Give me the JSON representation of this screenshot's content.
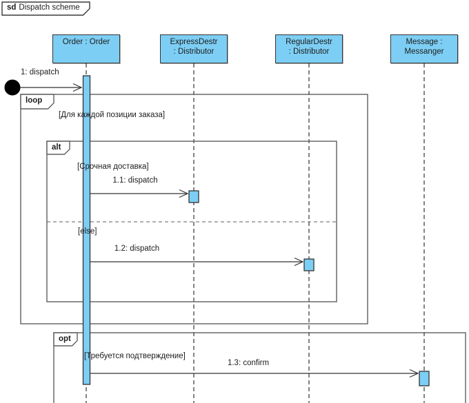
{
  "frame": {
    "keyword": "sd",
    "title": "Dispatch scheme"
  },
  "lifelines": [
    {
      "id": "order",
      "lines": [
        "Order : Order"
      ]
    },
    {
      "id": "express",
      "lines": [
        "ExpressDestr",
        ": Distributor"
      ]
    },
    {
      "id": "regular",
      "lines": [
        "RegularDestr",
        ": Distributor"
      ]
    },
    {
      "id": "messanger",
      "lines": [
        "Message :",
        "Messanger"
      ]
    }
  ],
  "fragments": {
    "loop": {
      "keyword": "loop",
      "guard": "[Для каждой позиции заказа]"
    },
    "alt": {
      "keyword": "alt",
      "guard_urgent": "[Срочная доставка]",
      "guard_else": "[else]"
    },
    "opt": {
      "keyword": "opt",
      "guard": "[Требуется подтверждение]"
    }
  },
  "messages": [
    {
      "label": "1: dispatch"
    },
    {
      "label": "1.1: dispatch"
    },
    {
      "label": "1.2: dispatch"
    },
    {
      "label": "1.3: confirm"
    }
  ],
  "colors": {
    "lifeline_fill": "#7DCEF4",
    "shape_border": "#333333",
    "frame_border": "#5E5E5E",
    "text": "#1C1C1C",
    "line": "#333333",
    "background": "#FFFFFF"
  }
}
